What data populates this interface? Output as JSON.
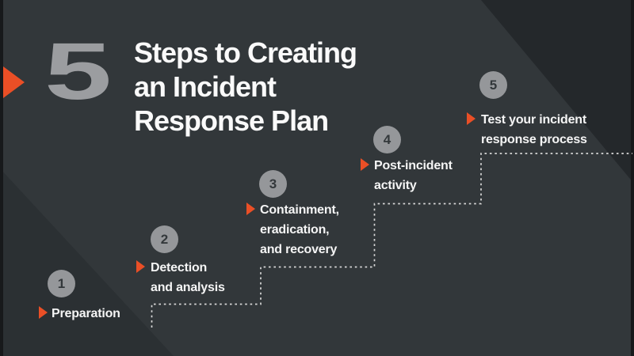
{
  "headline": {
    "big_number": "5",
    "title_lines": [
      "Steps to Creating",
      "an Incident",
      "Response Plan"
    ]
  },
  "steps": [
    {
      "number": "1",
      "lines": [
        "Preparation"
      ]
    },
    {
      "number": "2",
      "lines": [
        "Detection",
        "and analysis"
      ]
    },
    {
      "number": "3",
      "lines": [
        "Containment,",
        "eradication,",
        "and recovery"
      ]
    },
    {
      "number": "4",
      "lines": [
        "Post-incident",
        "activity"
      ]
    },
    {
      "number": "5",
      "lines": [
        "Test your incident",
        "response process"
      ]
    }
  ],
  "icons": {
    "step_bullet": "triangle-right-icon",
    "accent_shape": "triangle-right-icon"
  },
  "colors": {
    "background": "#32373a",
    "background_left_shade": "#2b3033",
    "background_right_shade": "#24282b",
    "edge_strip": "#17191b",
    "accent_orange": "#ea4f26",
    "circle_gray": "#95979a",
    "circle_number_color": "#33383b",
    "big_number_gray": "#9b9da0",
    "title_white": "#fafafa",
    "step_text_white": "#f5f5f5",
    "dash_line": "#d8d8d8"
  }
}
